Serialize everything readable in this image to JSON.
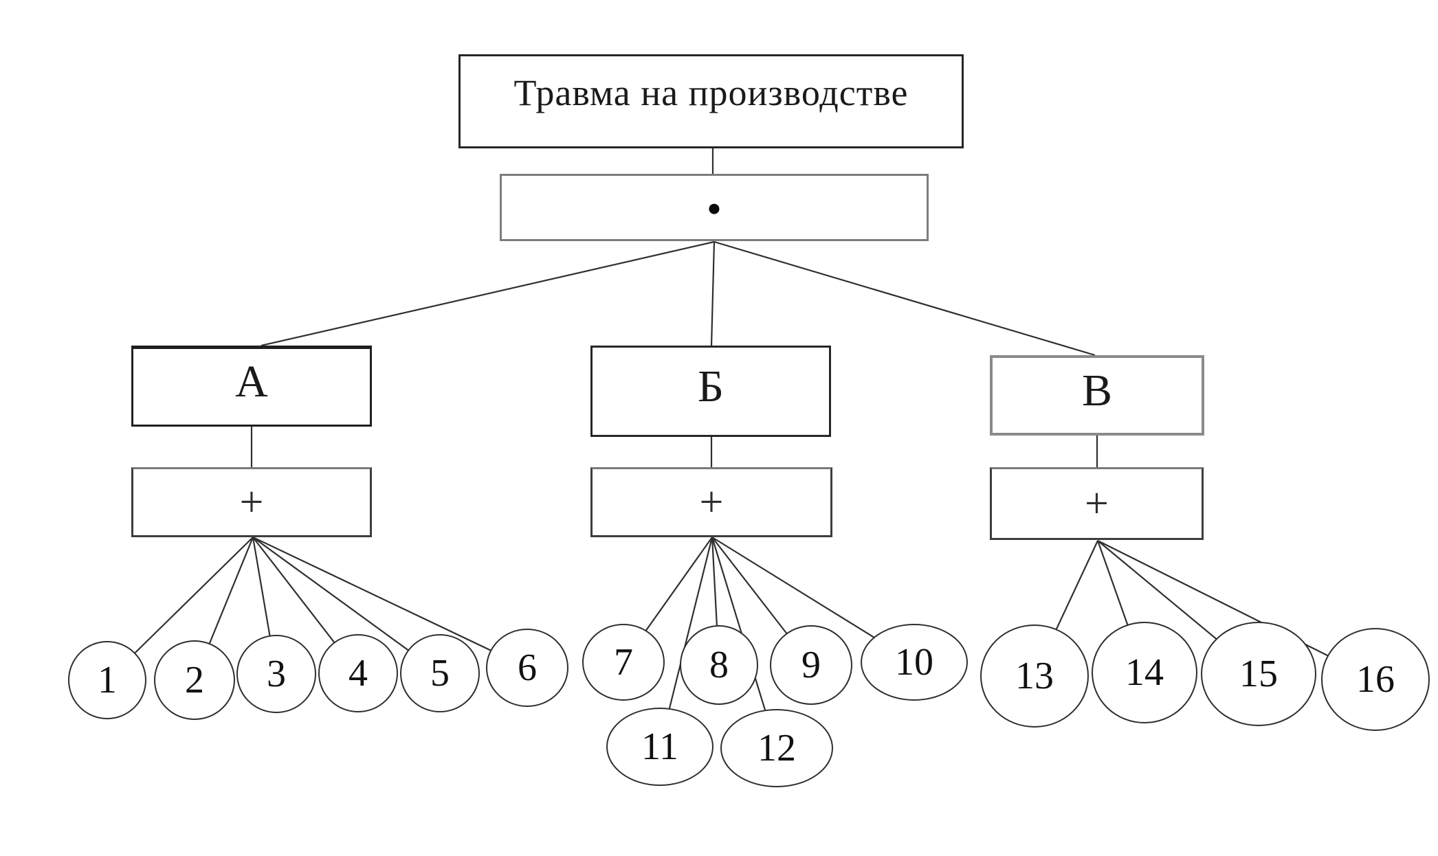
{
  "diagram": {
    "title": "Травма на производстве",
    "root_gate_symbol": "●",
    "branches": [
      {
        "label": "А",
        "gate_symbol": "+",
        "children": [
          "1",
          "2",
          "3",
          "4",
          "5",
          "6"
        ]
      },
      {
        "label": "Б",
        "gate_symbol": "+",
        "children": [
          "7",
          "8",
          "9",
          "10",
          "11",
          "12"
        ]
      },
      {
        "label": "В",
        "gate_symbol": "+",
        "children": [
          "13",
          "14",
          "15",
          "16"
        ]
      }
    ],
    "colors": {
      "background": "#ffffff",
      "line": "#2f2f2f",
      "border_dark": "#262626",
      "border_gray": "#7d7d7d",
      "text": "#1a1a1a"
    }
  }
}
